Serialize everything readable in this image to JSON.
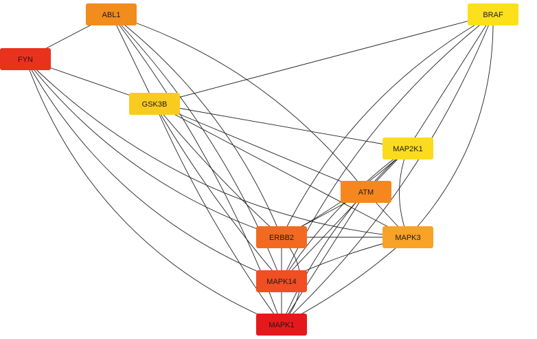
{
  "nodes": [
    {
      "id": "ABL1",
      "label": "ABL1",
      "color": "#f28c1c"
    },
    {
      "id": "FYN",
      "label": "FYN",
      "color": "#e8321e"
    },
    {
      "id": "BRAF",
      "label": "BRAF",
      "color": "#fbe01b"
    },
    {
      "id": "GSK3B",
      "label": "GSK3B",
      "color": "#f9cb1f"
    },
    {
      "id": "MAP2K1",
      "label": "MAP2K1",
      "color": "#fbdc1c"
    },
    {
      "id": "ATM",
      "label": "ATM",
      "color": "#f6871f"
    },
    {
      "id": "ERBB2",
      "label": "ERBB2",
      "color": "#f26a22"
    },
    {
      "id": "MAPK3",
      "label": "MAPK3",
      "color": "#f8a325"
    },
    {
      "id": "MAPK14",
      "label": "MAPK14",
      "color": "#f04e23"
    },
    {
      "id": "MAPK1",
      "label": "MAPK1",
      "color": "#e5191c"
    }
  ],
  "edges": [
    [
      "ABL1",
      "FYN"
    ],
    [
      "ABL1",
      "GSK3B"
    ],
    [
      "ABL1",
      "ATM"
    ],
    [
      "ABL1",
      "ERBB2"
    ],
    [
      "ABL1",
      "MAPK14"
    ],
    [
      "ABL1",
      "MAPK1"
    ],
    [
      "FYN",
      "GSK3B"
    ],
    [
      "FYN",
      "ERBB2"
    ],
    [
      "FYN",
      "MAPK14"
    ],
    [
      "FYN",
      "MAPK1"
    ],
    [
      "FYN",
      "MAPK3"
    ],
    [
      "BRAF",
      "GSK3B"
    ],
    [
      "BRAF",
      "MAP2K1"
    ],
    [
      "BRAF",
      "MAPK3"
    ],
    [
      "BRAF",
      "ERBB2"
    ],
    [
      "BRAF",
      "MAPK14"
    ],
    [
      "BRAF",
      "MAPK1"
    ],
    [
      "GSK3B",
      "MAP2K1"
    ],
    [
      "GSK3B",
      "ATM"
    ],
    [
      "GSK3B",
      "MAPK3"
    ],
    [
      "GSK3B",
      "ERBB2"
    ],
    [
      "GSK3B",
      "MAPK14"
    ],
    [
      "GSK3B",
      "MAPK1"
    ],
    [
      "MAP2K1",
      "ATM"
    ],
    [
      "MAP2K1",
      "ERBB2"
    ],
    [
      "MAP2K1",
      "MAPK3"
    ],
    [
      "MAP2K1",
      "MAPK14"
    ],
    [
      "MAP2K1",
      "MAPK1"
    ],
    [
      "ATM",
      "ERBB2"
    ],
    [
      "ATM",
      "MAPK3"
    ],
    [
      "ATM",
      "MAPK14"
    ],
    [
      "ATM",
      "MAPK1"
    ],
    [
      "ERBB2",
      "MAPK14"
    ],
    [
      "ERBB2",
      "MAPK1"
    ],
    [
      "ERBB2",
      "MAPK3"
    ],
    [
      "MAPK3",
      "MAPK14"
    ],
    [
      "MAPK3",
      "MAPK1"
    ],
    [
      "MAPK14",
      "MAPK1"
    ]
  ]
}
